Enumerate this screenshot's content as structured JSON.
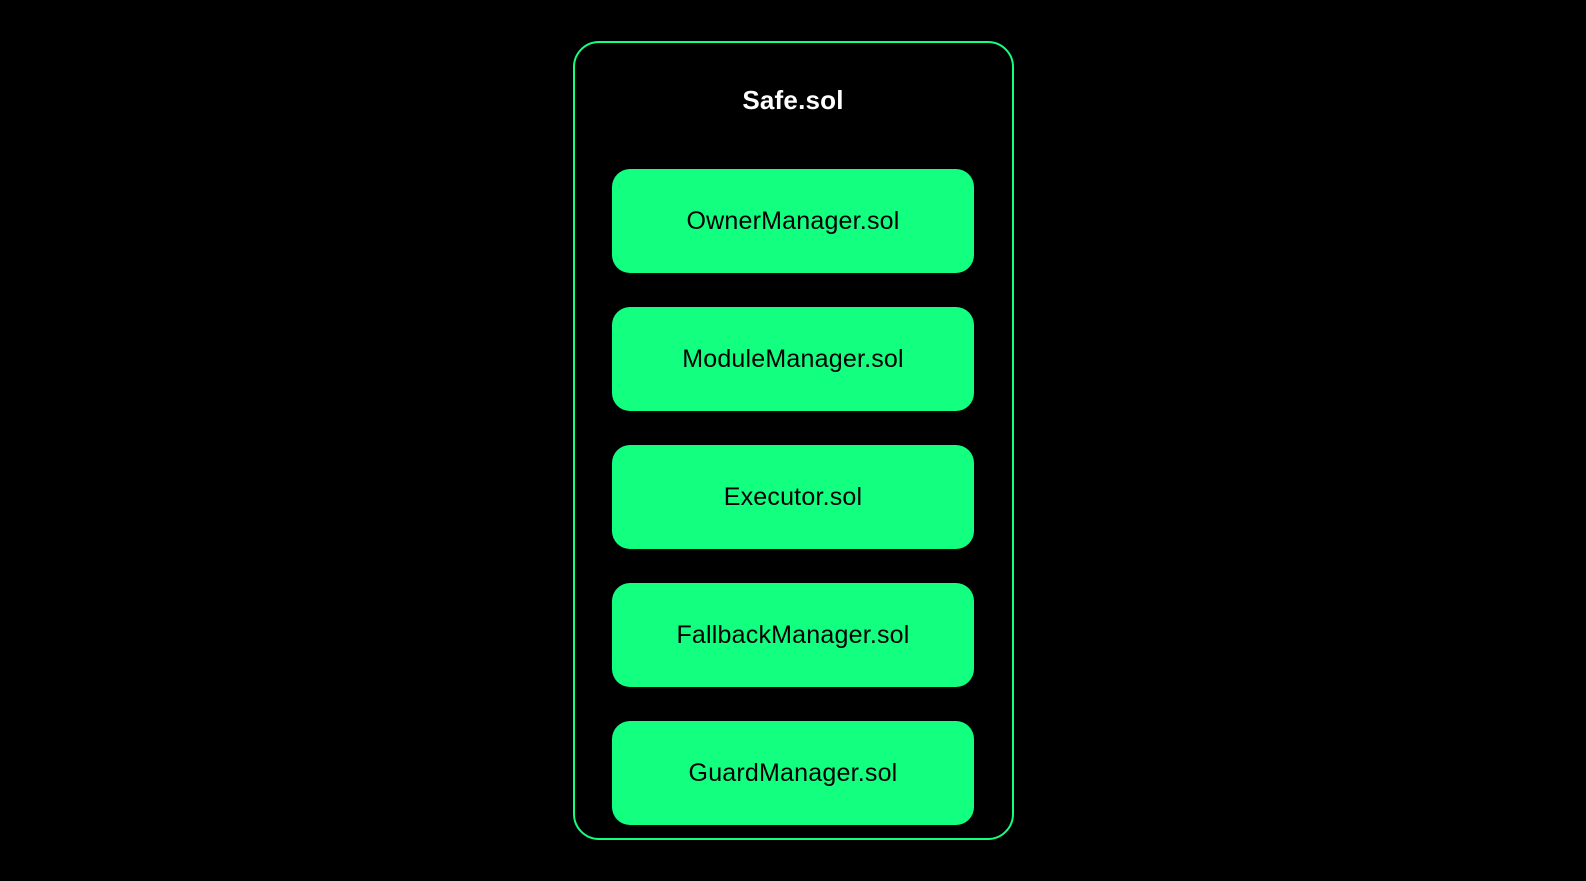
{
  "diagram": {
    "title": "Safe.sol",
    "nodes": [
      {
        "label": "OwnerManager.sol"
      },
      {
        "label": "ModuleManager.sol"
      },
      {
        "label": "Executor.sol"
      },
      {
        "label": "FallbackManager.sol"
      },
      {
        "label": "GuardManager.sol"
      }
    ]
  },
  "colors": {
    "background": "#000000",
    "accent_green": "#12FF80",
    "node_text": "#000000",
    "title_text": "#FFFFFF"
  }
}
